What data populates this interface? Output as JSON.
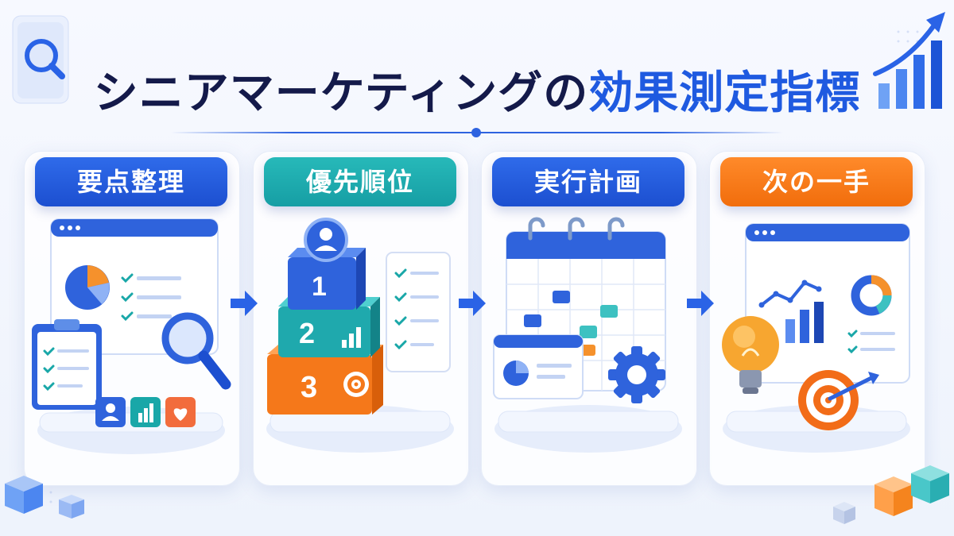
{
  "title": {
    "part1": "シニアマーケティングの",
    "part2": "効果測定指標"
  },
  "steps": [
    {
      "label": "要点整理",
      "color": "blue"
    },
    {
      "label": "優先順位",
      "color": "teal"
    },
    {
      "label": "実行計画",
      "color": "blue"
    },
    {
      "label": "次の一手",
      "color": "orange"
    }
  ],
  "blocks": [
    "1",
    "2",
    "3"
  ],
  "colors": {
    "primary": "#1f5ae0",
    "teal": "#1fa9ad",
    "orange": "#f5781a",
    "navy": "#141a4a"
  }
}
